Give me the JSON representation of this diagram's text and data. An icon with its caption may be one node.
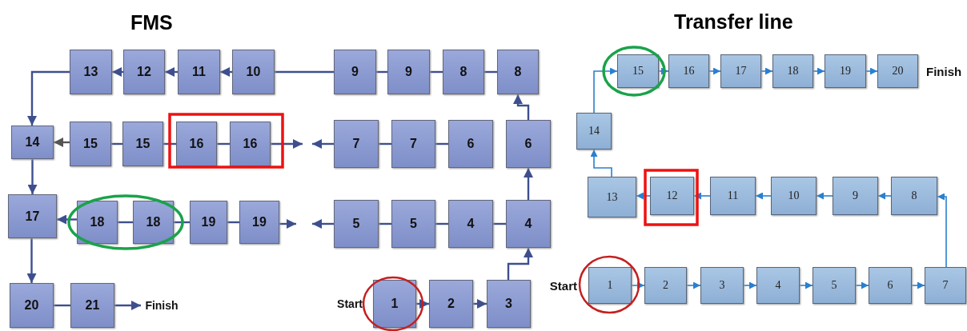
{
  "diagram": {
    "nodes": [
      {
        "text": [
          "13"
        ]
      },
      {
        "text": [
          "12"
        ]
      },
      {
        "text": [
          "11"
        ]
      },
      {
        "text": [
          "10"
        ]
      },
      {
        "text": [
          "9"
        ]
      },
      {
        "text": [
          "9"
        ]
      },
      {
        "text": [
          "8"
        ]
      },
      {
        "text": [
          "8"
        ]
      },
      {
        "text": [
          "14"
        ]
      },
      {
        "text": [
          "15"
        ]
      },
      {
        "text": [
          "15"
        ]
      },
      {
        "text": [
          "16"
        ]
      },
      {
        "text": [
          "16"
        ]
      },
      {
        "text": [
          "7"
        ]
      },
      {
        "text": [
          "7"
        ]
      },
      {
        "text": [
          "6"
        ]
      },
      {
        "text": [
          "6"
        ]
      },
      {
        "text": [
          "17"
        ]
      },
      {
        "text": [
          "18"
        ]
      },
      {
        "text": [
          "18"
        ]
      },
      {
        "text": [
          "19"
        ]
      },
      {
        "text": [
          "19"
        ]
      },
      {
        "text": [
          "5"
        ]
      },
      {
        "text": [
          "5"
        ]
      },
      {
        "text": [
          "4"
        ]
      },
      {
        "text": [
          "4"
        ]
      },
      {
        "text": [
          "20"
        ]
      },
      {
        "text": [
          "21"
        ]
      },
      {
        "text": [
          "Finish"
        ]
      },
      {
        "text": [
          "1"
        ],
        "beside": [
          "Start"
        ]
      },
      {
        "text": [
          "2"
        ]
      },
      {
        "text": [
          "3"
        ]
      },
      {
        "text": [
          "15"
        ]
      },
      {
        "text": [
          "16"
        ]
      },
      {
        "text": [
          "17"
        ]
      },
      {
        "text": [
          "18"
        ]
      },
      {
        "text": [
          "19"
        ]
      },
      {
        "text": [
          "20"
        ],
        "beside": [
          "Finish"
        ]
      },
      {
        "text": [
          "14"
        ]
      },
      {
        "text": [
          "13"
        ]
      },
      {
        "text": [
          "12"
        ]
      },
      {
        "text": [
          "11"
        ]
      },
      {
        "text": [
          "10"
        ]
      },
      {
        "text": [
          "9"
        ]
      },
      {
        "text": [
          "8"
        ]
      },
      {
        "text": [
          "1"
        ],
        "beside": [
          "Start"
        ]
      },
      {
        "text": [
          "2"
        ]
      },
      {
        "text": [
          "3"
        ]
      },
      {
        "text": [
          "4"
        ]
      },
      {
        "text": [
          "5"
        ]
      },
      {
        "text": [
          "6"
        ]
      },
      {
        "text": [
          "7"
        ]
      }
    ],
    "edges": [
      {
        "from": 3,
        "to": 4,
        "arrow": "none"
      },
      {
        "from": 4,
        "to": 5,
        "arrow": "none"
      },
      {
        "from": 5,
        "to": 6,
        "arrow": "none"
      },
      {
        "from": 6,
        "to": 7,
        "arrow": "none"
      },
      {
        "from": 3,
        "to": 2,
        "arrow": "to"
      },
      {
        "from": 2,
        "to": 1,
        "arrow": "to"
      },
      {
        "from": 1,
        "to": 0,
        "arrow": "to"
      },
      {
        "from": 0,
        "to": 8,
        "arrow": "to"
      },
      {
        "from": 9,
        "to": 8,
        "arrow": "to",
        "color": "#555555"
      },
      {
        "from": 9,
        "to": 10,
        "arrow": "none"
      },
      {
        "from": 10,
        "to": 11,
        "arrow": "none"
      },
      {
        "from": 11,
        "to": 12,
        "arrow": "none"
      },
      {
        "from": 12,
        "to": null,
        "arrow": "to"
      },
      {
        "from": 13,
        "to": null,
        "arrow": "to"
      },
      {
        "from": 13,
        "to": 14,
        "arrow": "none"
      },
      {
        "from": 14,
        "to": 15,
        "arrow": "none"
      },
      {
        "from": 16,
        "to": 7,
        "arrow": "to"
      },
      {
        "from": 25,
        "to": 16,
        "arrow": "to"
      },
      {
        "from": 31,
        "to": 25,
        "arrow": "to"
      },
      {
        "from": 29,
        "to": 30,
        "arrow": "to"
      },
      {
        "from": 30,
        "to": 31,
        "arrow": "to"
      },
      {
        "from": 24,
        "to": 25,
        "arrow": "none"
      },
      {
        "from": 23,
        "to": 24,
        "arrow": "none"
      },
      {
        "from": 22,
        "to": 23,
        "arrow": "none"
      },
      {
        "from": 22,
        "to": null,
        "arrow": "to"
      },
      {
        "from": 21,
        "to": null,
        "arrow": "to"
      },
      {
        "from": 20,
        "to": 21,
        "arrow": "none"
      },
      {
        "from": 19,
        "to": 20,
        "arrow": "none"
      },
      {
        "from": 18,
        "to": 19,
        "arrow": "none"
      },
      {
        "from": 18,
        "to": 17,
        "arrow": "to"
      },
      {
        "from": 8,
        "to": 17,
        "arrow": "to"
      },
      {
        "from": 17,
        "to": 26,
        "arrow": "to"
      },
      {
        "from": 26,
        "to": 27,
        "arrow": "none"
      },
      {
        "from": 27,
        "to": 28,
        "arrow": "to"
      },
      {
        "from": 45,
        "to": 46,
        "arrow": "to",
        "color": "#2a7fd0"
      },
      {
        "from": 46,
        "to": 47,
        "arrow": "to",
        "color": "#2a7fd0"
      },
      {
        "from": 47,
        "to": 48,
        "arrow": "to",
        "color": "#2a7fd0"
      },
      {
        "from": 48,
        "to": 49,
        "arrow": "to",
        "color": "#2a7fd0"
      },
      {
        "from": 49,
        "to": 50,
        "arrow": "to",
        "color": "#2a7fd0"
      },
      {
        "from": 50,
        "to": 51,
        "arrow": "to",
        "color": "#2a7fd0"
      },
      {
        "from": 51,
        "to": 44,
        "arrow": "to",
        "color": "#2a7fd0"
      },
      {
        "from": 44,
        "to": 43,
        "arrow": "to",
        "color": "#2a7fd0"
      },
      {
        "from": 43,
        "to": 42,
        "arrow": "to",
        "color": "#2a7fd0"
      },
      {
        "from": 42,
        "to": 41,
        "arrow": "to",
        "color": "#2a7fd0"
      },
      {
        "from": 41,
        "to": 40,
        "arrow": "to",
        "color": "#2a7fd0"
      },
      {
        "from": 40,
        "to": 39,
        "arrow": "to",
        "color": "#2a7fd0"
      },
      {
        "from": 39,
        "to": 38,
        "arrow": "to",
        "color": "#2a7fd0"
      },
      {
        "from": 38,
        "to": 32,
        "arrow": "to",
        "color": "#2a7fd0"
      },
      {
        "from": 32,
        "to": 33,
        "arrow": "to",
        "color": "#2a7fd0"
      },
      {
        "from": 33,
        "to": 34,
        "arrow": "to",
        "color": "#2a7fd0"
      },
      {
        "from": 34,
        "to": 35,
        "arrow": "to",
        "color": "#2a7fd0"
      },
      {
        "from": 35,
        "to": 36,
        "arrow": "to",
        "color": "#2a7fd0"
      },
      {
        "from": 36,
        "to": 37,
        "arrow": "to",
        "color": "#2a7fd0"
      }
    ],
    "labels": [
      "FMS",
      "Transfer line"
    ]
  }
}
